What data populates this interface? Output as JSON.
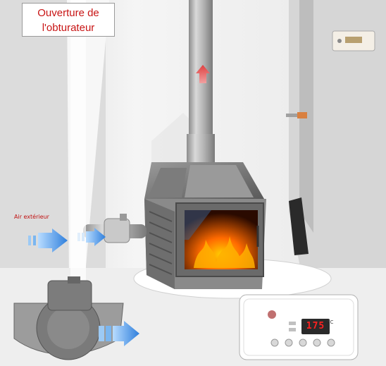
{
  "labels": {
    "shutter_line1": "Ouverture de",
    "shutter_line2": "l'obturateur",
    "outside_air": "Air extérieur"
  },
  "controller": {
    "display_value": "175",
    "unit": "°C"
  },
  "icons": [
    "up-arrow-icon",
    "air-flow-arrow-icon",
    "thermostat-icon",
    "flame-icon"
  ],
  "colors": {
    "label_text": "#c81414",
    "arrow": "#4a90e0",
    "flame": "#ff6a00",
    "display": "#ff2020"
  }
}
